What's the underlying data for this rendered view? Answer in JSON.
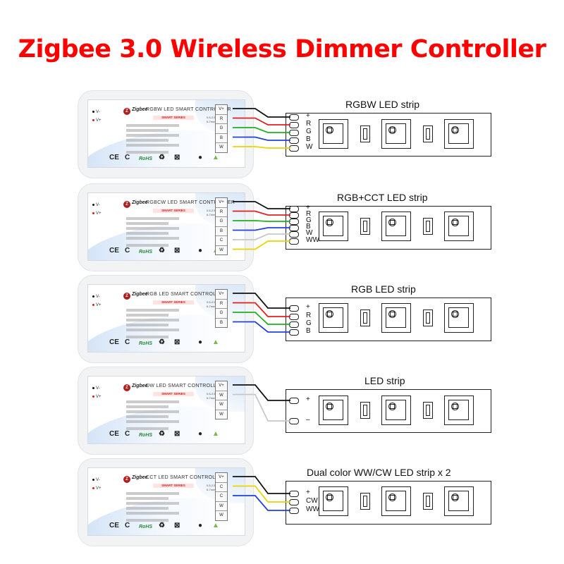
{
  "title": "Zigbee 3.0 Wireless Dimmer Controller",
  "common": {
    "brand": "Zigbee",
    "series": "SMART SERIES",
    "wire_spec_1": "0.5-2.5mm²",
    "wire_spec_2": "6-7mm",
    "pin_minus": "V-",
    "pin_plus": "V+",
    "ce": "CE",
    "rohs": "RoHS"
  },
  "colors": {
    "title": "#ff0000",
    "wire_black": "#111111",
    "wire_red": "#e02020",
    "wire_green": "#20b020",
    "wire_blue": "#2040e0",
    "wire_yellow": "#e8d400",
    "wire_white": "#c8c8c8"
  },
  "units": [
    {
      "model": "RGBW LED SMART CONTROLLER",
      "terminals": [
        "V+",
        "R",
        "G",
        "B",
        "W"
      ],
      "strip_title": "RGBW LED strip",
      "pads": [
        "+",
        "R",
        "G",
        "B",
        "W"
      ],
      "wires": [
        "#111111",
        "#e02020",
        "#20b020",
        "#2040e0",
        "#e8d400"
      ]
    },
    {
      "model": "RGBCW LED SMART CONTROLLER",
      "terminals": [
        "V+",
        "R",
        "G",
        "B",
        "C",
        "W"
      ],
      "strip_title": "RGB+CCT LED strip",
      "pads": [
        "+",
        "R",
        "G",
        "B",
        "W",
        "WW"
      ],
      "wires": [
        "#111111",
        "#e02020",
        "#20b020",
        "#2040e0",
        "#c8c8c8",
        "#e8d400"
      ]
    },
    {
      "model": "RGB LED SMART CONTROLLER",
      "terminals": [
        "V+",
        "R",
        "G",
        "B"
      ],
      "strip_title": "RGB LED strip",
      "pads": [
        "+",
        "R",
        "G",
        "B"
      ],
      "wires": [
        "#111111",
        "#e02020",
        "#20b020",
        "#2040e0"
      ]
    },
    {
      "model": "DW LED SMART CONTROLLER",
      "terminals": [
        "V+",
        "W",
        "W",
        "W"
      ],
      "strip_title": "LED strip",
      "pads": [
        "+",
        "–"
      ],
      "wires": [
        "#111111",
        "#c8c8c8"
      ]
    },
    {
      "model": "CCT LED SMART CONTROLLER",
      "terminals": [
        "V+",
        "C",
        "C",
        "W",
        "W"
      ],
      "strip_title": "Dual color WW/CW LED strip x 2",
      "pads": [
        "+",
        "CW",
        "WW"
      ],
      "wires": [
        "#111111",
        "#e8d400",
        "#2040e0"
      ]
    }
  ]
}
